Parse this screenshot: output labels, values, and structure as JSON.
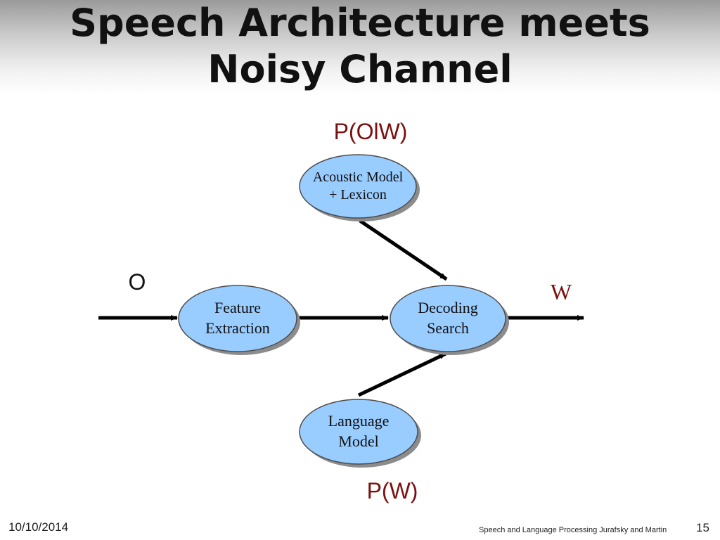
{
  "slide": {
    "title_line1": "Speech Architecture meets",
    "title_line2": "Noisy Channel"
  },
  "diagram": {
    "nodes": {
      "acoustic_model": {
        "line1": "Acoustic Model",
        "line2": "+ Lexicon"
      },
      "feature_extraction": {
        "line1": "Feature",
        "line2": "Extraction"
      },
      "decoding_search": {
        "line1": "Decoding",
        "line2": "Search"
      },
      "language_model": {
        "line1": "Language",
        "line2": "Model"
      }
    },
    "labels": {
      "p_o_given_w": "P(OlW)",
      "input_o": "O",
      "output_w": "W",
      "p_w": "P(W)"
    },
    "colors": {
      "node_fill": "#99ccff",
      "node_stroke": "#4d4d4d",
      "node_shadow": "#8c8c8c",
      "probability_label": "#7a1010",
      "arrow": "#000000"
    }
  },
  "footer": {
    "date": "10/10/2014",
    "credit": "Speech and Language Processing  Jurafsky and Martin",
    "slide_number": "15"
  }
}
